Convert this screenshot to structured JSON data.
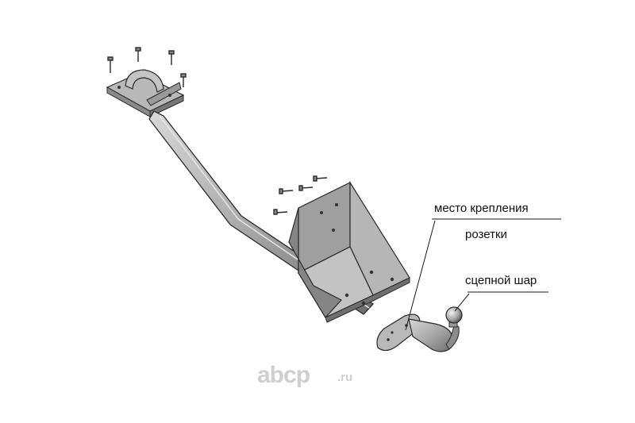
{
  "labels": {
    "mount_line1": "место крепления",
    "mount_line2": "розетки",
    "ball": "сцепной шар"
  },
  "watermark": {
    "name": "abcp",
    "tld": ".ru"
  },
  "colors": {
    "metal_light": "#c9c9c9",
    "metal_mid": "#a7a7a7",
    "metal_dark": "#6f6f6f",
    "outline": "#2a2a2a",
    "watermark": "#cfcfcf"
  }
}
